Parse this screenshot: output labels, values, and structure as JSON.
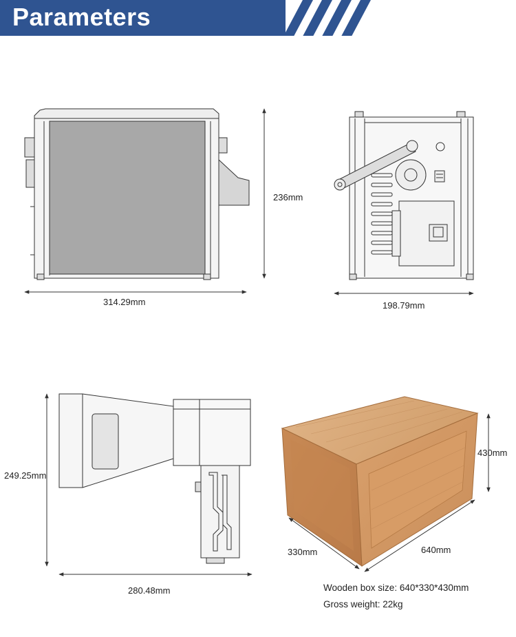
{
  "header": {
    "title": "Parameters",
    "accent_color": "#2f5491"
  },
  "dimensions": {
    "front_height": "236mm",
    "front_width": "314.29mm",
    "back_width": "198.79mm",
    "side_height": "249.25mm",
    "side_length": "280.48mm",
    "box_height": "430mm",
    "box_depth": "330mm",
    "box_width": "640mm"
  },
  "package": {
    "box_size": "Wooden box size: 640*330*430mm",
    "gross_weight": "Gross weight: 22kg"
  }
}
